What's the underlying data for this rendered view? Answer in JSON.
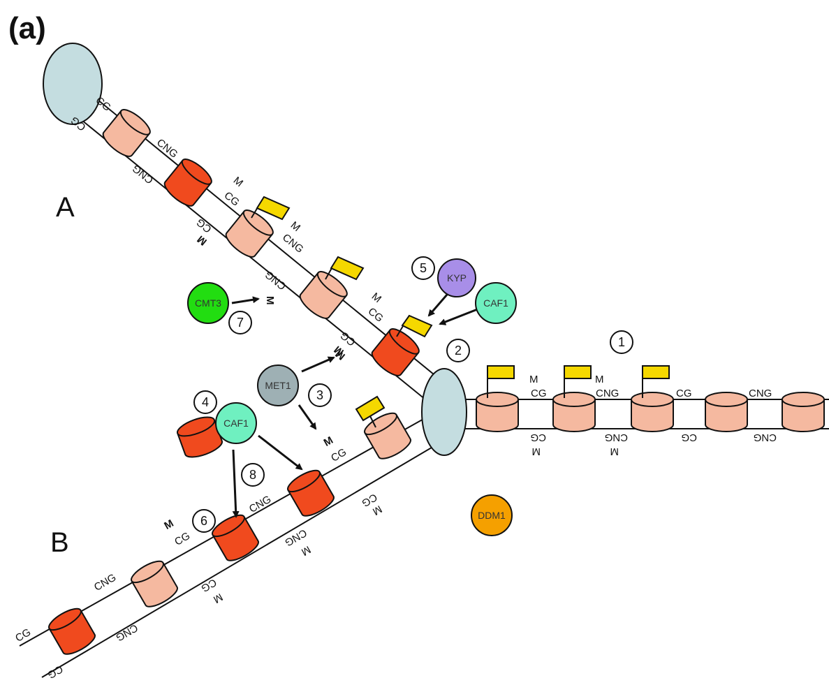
{
  "panel_label": "(a)",
  "strand_labels": {
    "top": "A",
    "bottom": "B"
  },
  "step_numbers": [
    "1",
    "2",
    "3",
    "4",
    "5",
    "6",
    "7",
    "8"
  ],
  "proteins": {
    "kyp": "KYP",
    "caf1_top": "CAF1",
    "caf1_bottom": "CAF1",
    "met1": "MET1",
    "cmt3": "CMT3",
    "ddm1": "DDM1"
  },
  "methyl_mark": "M",
  "sites": {
    "cg": "CG",
    "cng": "CNG"
  },
  "colors": {
    "nucleosome_light": "#f5b9a0",
    "nucleosome_dark": "#f04a1e",
    "histone_mark": "#f5d800",
    "fork_oval": "#c4dde0",
    "kyp": "#a88ee8",
    "caf1": "#6ff0c0",
    "met1": "#9eb0b4",
    "cmt3": "#22dd11",
    "ddm1": "#f5a000"
  }
}
